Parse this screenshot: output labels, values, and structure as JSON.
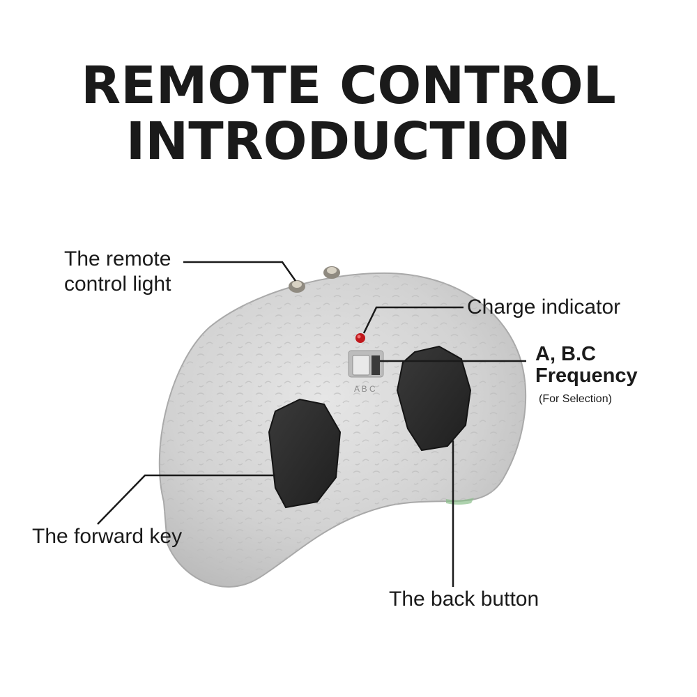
{
  "title": {
    "line1": "REMOTE CONTROL",
    "line2": "INTRODUCTION"
  },
  "labels": {
    "remote_light_line1": "The remote",
    "remote_light_line2": "control light",
    "charge_indicator": "Charge indicator",
    "frequency_line1": "A, B.C",
    "frequency_line2": "Frequency",
    "frequency_note": "(For Selection)",
    "forward_key": "The forward key",
    "back_button": "The back button",
    "switch_letters": "A B C"
  },
  "colors": {
    "body": "#d3d3d3",
    "buttons": "#2b2b2b",
    "indicator": "#c0181c",
    "lines": "#1a1a1a"
  }
}
